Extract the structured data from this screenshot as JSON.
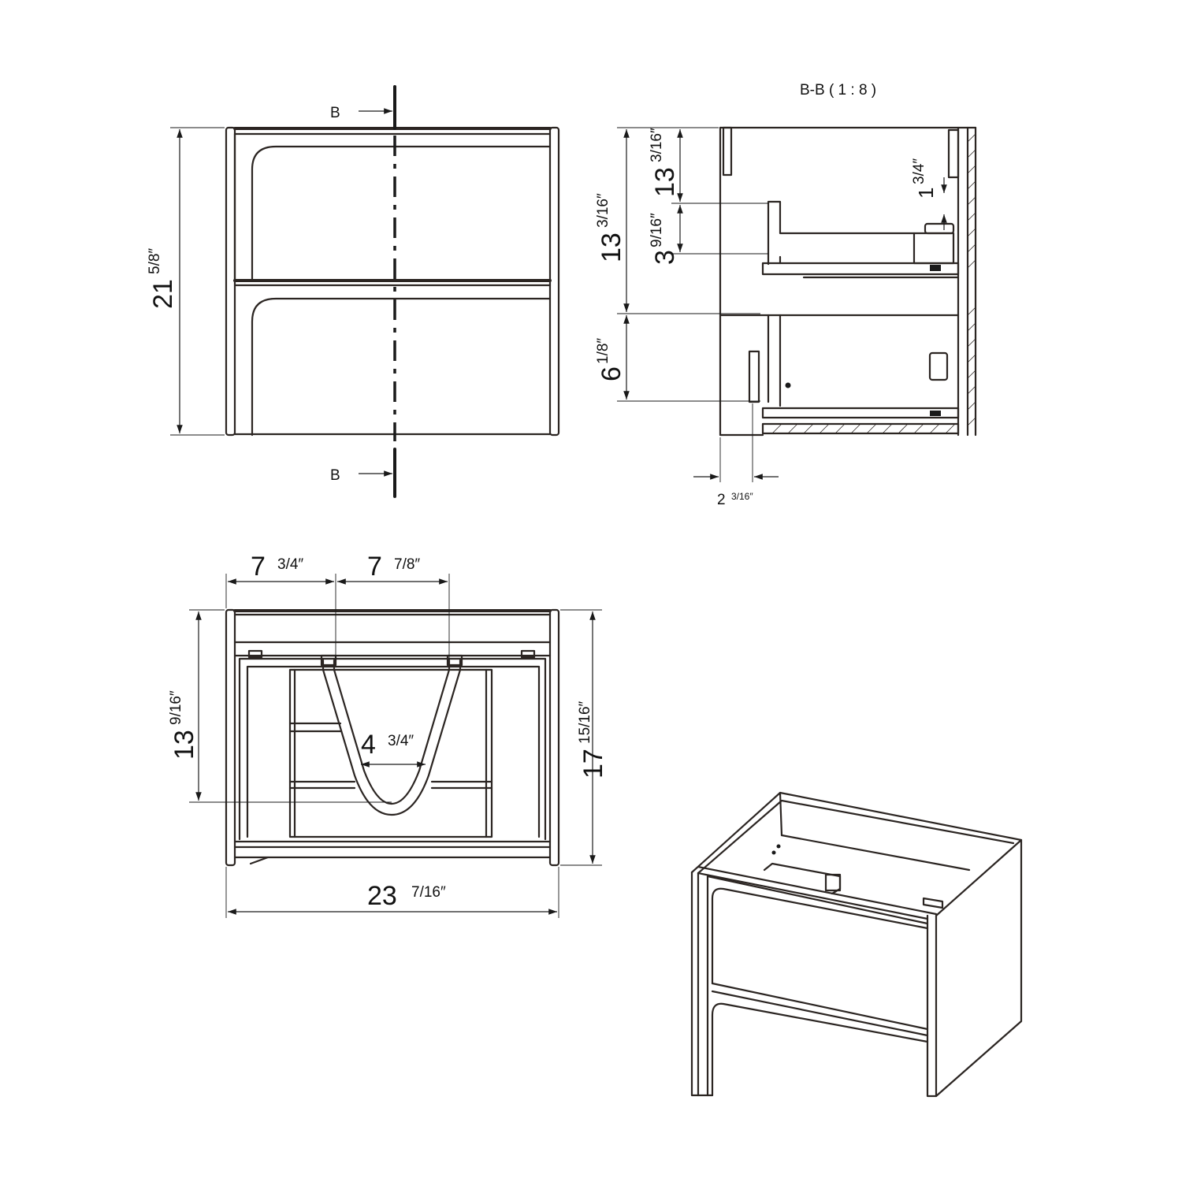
{
  "front_view": {
    "section_marker": "B",
    "height_whole": "21",
    "height_frac": "5/8″"
  },
  "section_view": {
    "title": "B-B ( 1 : 8 )",
    "dims": [
      {
        "whole": "13",
        "frac": "3/16″"
      },
      {
        "whole": "13",
        "frac": "3/16″"
      },
      {
        "whole": "3",
        "frac": "9/16″"
      },
      {
        "whole": "1",
        "frac": "3/4″"
      },
      {
        "whole": "6",
        "frac": "1/8″"
      },
      {
        "whole": "2",
        "frac": "3/16″"
      }
    ]
  },
  "top_view": {
    "dims": [
      {
        "whole": "7",
        "frac": "3/4″"
      },
      {
        "whole": "7",
        "frac": "7/8″"
      },
      {
        "whole": "4",
        "frac": "3/4″"
      },
      {
        "whole": "13",
        "frac": "9/16″"
      },
      {
        "whole": "17",
        "frac": "15/16″"
      },
      {
        "whole": "23",
        "frac": "7/16″"
      }
    ]
  }
}
